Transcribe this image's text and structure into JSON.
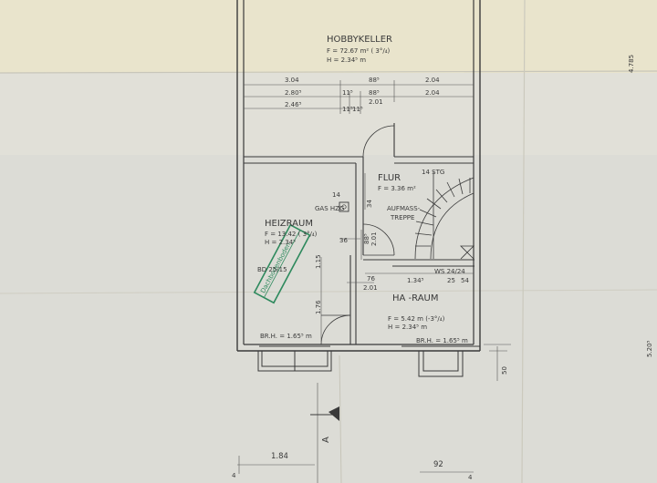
{
  "rooms": {
    "hobbykeller": {
      "name": "HOBBYKELLER",
      "area": "F = 72.67 m² ( 3°/₄)",
      "height": "H = 2.34⁵ m"
    },
    "flur": {
      "name": "FLUR",
      "area": "F = 3.36 m²"
    },
    "heizraum": {
      "name": "HEIZRAUM",
      "area": "F = 13.42 ( 3°/₄)",
      "height": "H = 2.34⁵"
    },
    "ha_raum": {
      "name": "HA -RAUM",
      "area": "F = 5.42 m (-3°/₄)",
      "height": "H = 2.34⁵ m"
    }
  },
  "labels": {
    "gas_hzg": "GAS HZG",
    "aufmass_treppe_1": "AUFMASS-",
    "aufmass_treppe_2": "TREPPE",
    "stg": "14 STG",
    "ws": "WS 24/24",
    "bd": "BD 25/15",
    "brh_left": "BR.H. = 1.65⁵ m",
    "brh_right": "BR.H. = 1.65⁵ m",
    "section_marker": "A",
    "stamp": "Dachbodenboden"
  },
  "dimensions": {
    "d304": "3.04",
    "d280": "2.80⁵",
    "d246": "2.46⁵",
    "d88a": "88⁵",
    "d201a": "2.01",
    "d204a": "2.04",
    "d204b": "2.04",
    "d115a": "11⁵",
    "d115b": "11⁵",
    "d115c": "11⁵",
    "d36": "36",
    "d34": "34",
    "d885b": "88⁵",
    "d201b": "2.01",
    "d176": "1.76",
    "d115d": "1.15",
    "d76": "76",
    "d201c": "2.01",
    "d1345": "1.34⁵",
    "d25": "25",
    "d54": "54",
    "d184": "1.84",
    "d92": "92",
    "d50": "50",
    "d4785": "4.785",
    "d5205": "5.20⁵",
    "d14": "14",
    "d4a": "4",
    "d4b": "4"
  },
  "colors": {
    "paper": "#dcdcd6",
    "paper_light": "#e4e3dc",
    "paper_yellow": "#efe7c8",
    "ink": "#3a3a3a",
    "stamp": "#2f8a5e"
  }
}
